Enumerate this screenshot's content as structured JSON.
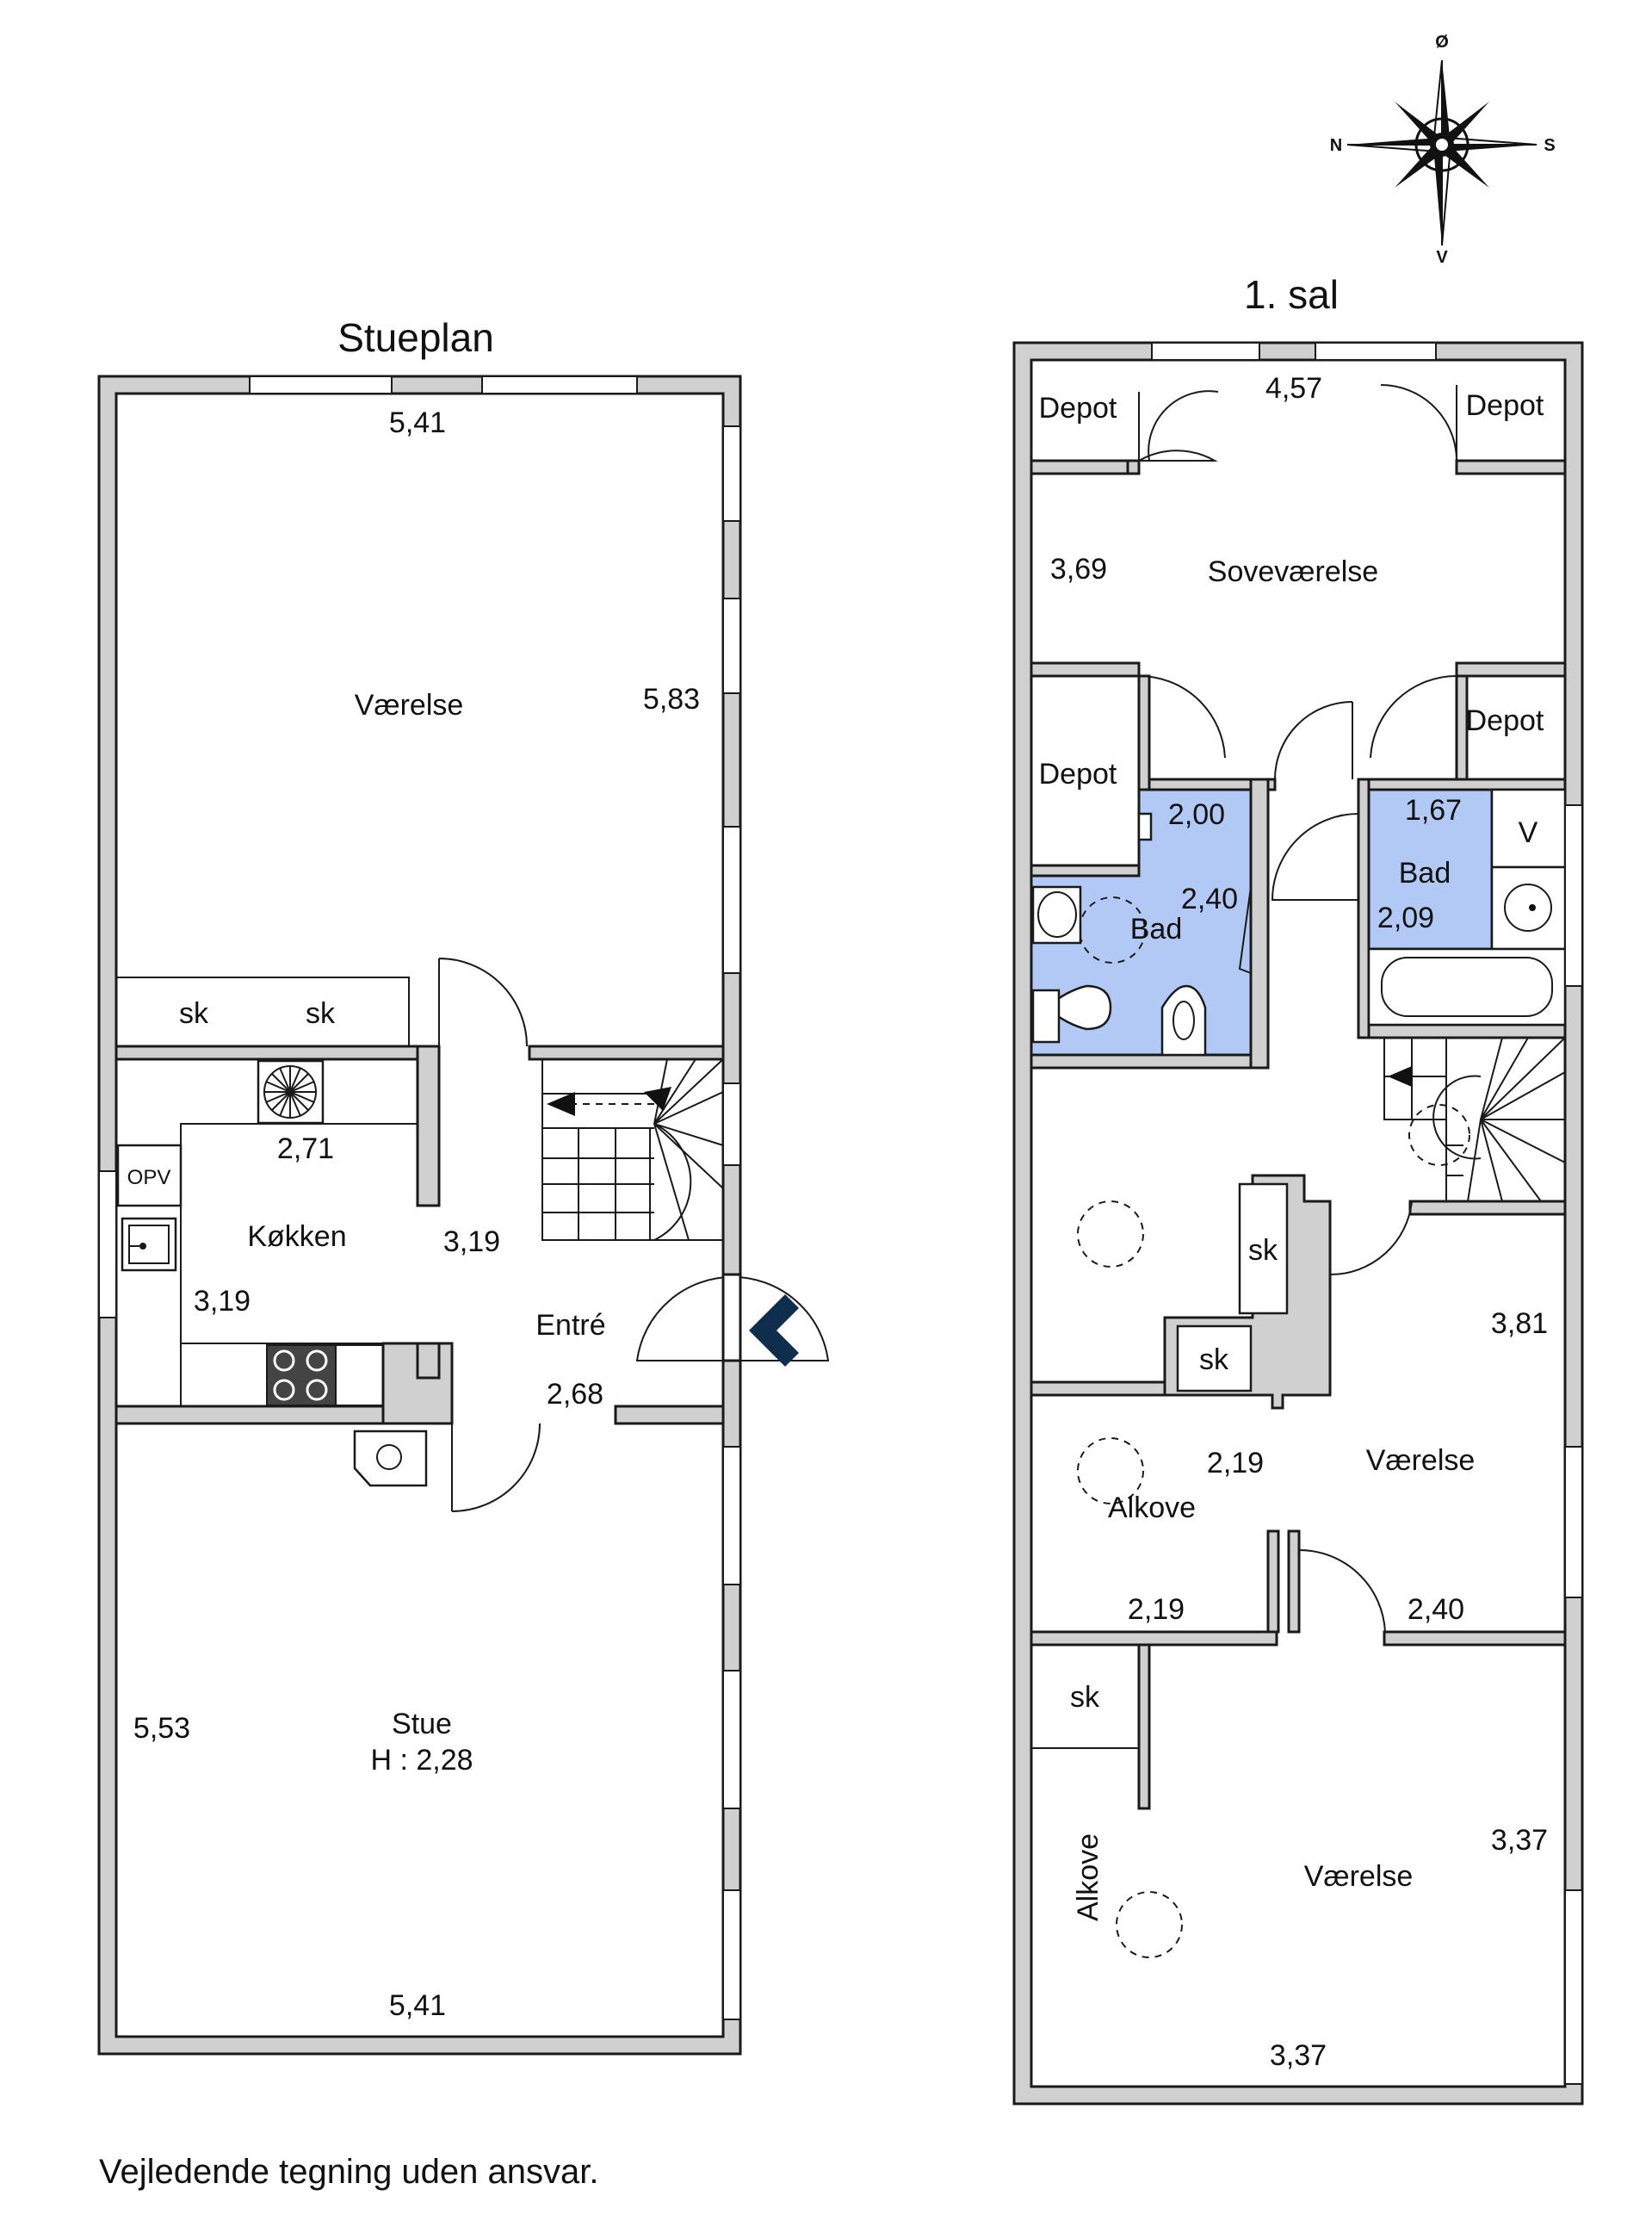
{
  "stueplan": {
    "title": "Stueplan",
    "vaerelse": "Værelse",
    "width_top": "5,41",
    "length_right": "5,83",
    "sk1": "sk",
    "sk2": "sk",
    "kitchen_width": "2,71",
    "opv": "OPV",
    "kokken": "Køkken",
    "kitchen_len": "3,19",
    "kitchen_len2": "3,19",
    "entre": "Entré",
    "entre_width": "2,68",
    "stue": "Stue",
    "height": "H : 2,28",
    "stue_len": "5,53",
    "width_bottom": "5,41"
  },
  "first_floor": {
    "title": "1. sal",
    "depot_tl": "Depot",
    "depot_tr": "Depot",
    "width_top": "4,57",
    "sov_len": "3,69",
    "sovevaerelse": "Soveværelse",
    "depot_ml": "Depot",
    "depot_mr": "Depot",
    "bad1_w": "2,00",
    "bad1_l": "2,40",
    "bad1": "Bad",
    "bad2_w": "1,67",
    "bad2": "Bad",
    "bad2_l": "2,09",
    "v": "V",
    "sk_a": "sk",
    "sk_b": "sk",
    "room_len": "3,81",
    "alkove_w": "2,19",
    "vaerelse_mid": "Værelse",
    "alkove1": "Alkove",
    "alkove_bottom": "2,19",
    "room_w": "2,40",
    "sk_c": "sk",
    "alkove2": "Alkove",
    "room_bottom_len": "3,37",
    "vaerelse_bottom": "Værelse",
    "room_bottom_w": "3,37"
  },
  "compass": {
    "n": "N",
    "s": "S",
    "o": "Ø",
    "v": "V"
  },
  "disclaimer": "Vejledende tegning uden ansvar."
}
